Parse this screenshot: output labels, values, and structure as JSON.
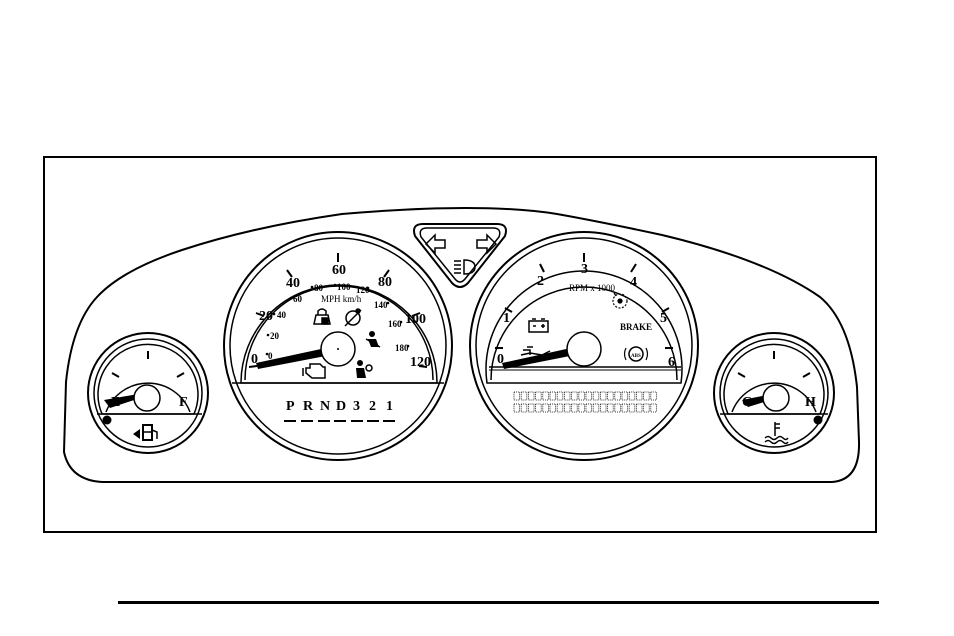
{
  "speedometer": {
    "mph_ticks": [
      "0",
      "20",
      "40",
      "60",
      "80",
      "100",
      "120"
    ],
    "kmh_ticks": [
      "0",
      "20",
      "40",
      "60",
      "80",
      "100",
      "120",
      "140",
      "160",
      "180"
    ],
    "unit_label": "MPH km/h",
    "prndl": [
      "P",
      "R",
      "N",
      "D",
      "3",
      "2",
      "1"
    ]
  },
  "tachometer": {
    "ticks": [
      "0",
      "1",
      "2",
      "3",
      "4",
      "5",
      "6"
    ],
    "unit_label": "RPM x 1000",
    "brake_label": "BRAKE",
    "abs_label": "ABS"
  },
  "fuel_gauge": {
    "empty_label": "E",
    "full_label": "F"
  },
  "temp_gauge": {
    "cold_label": "C",
    "hot_label": "H"
  }
}
